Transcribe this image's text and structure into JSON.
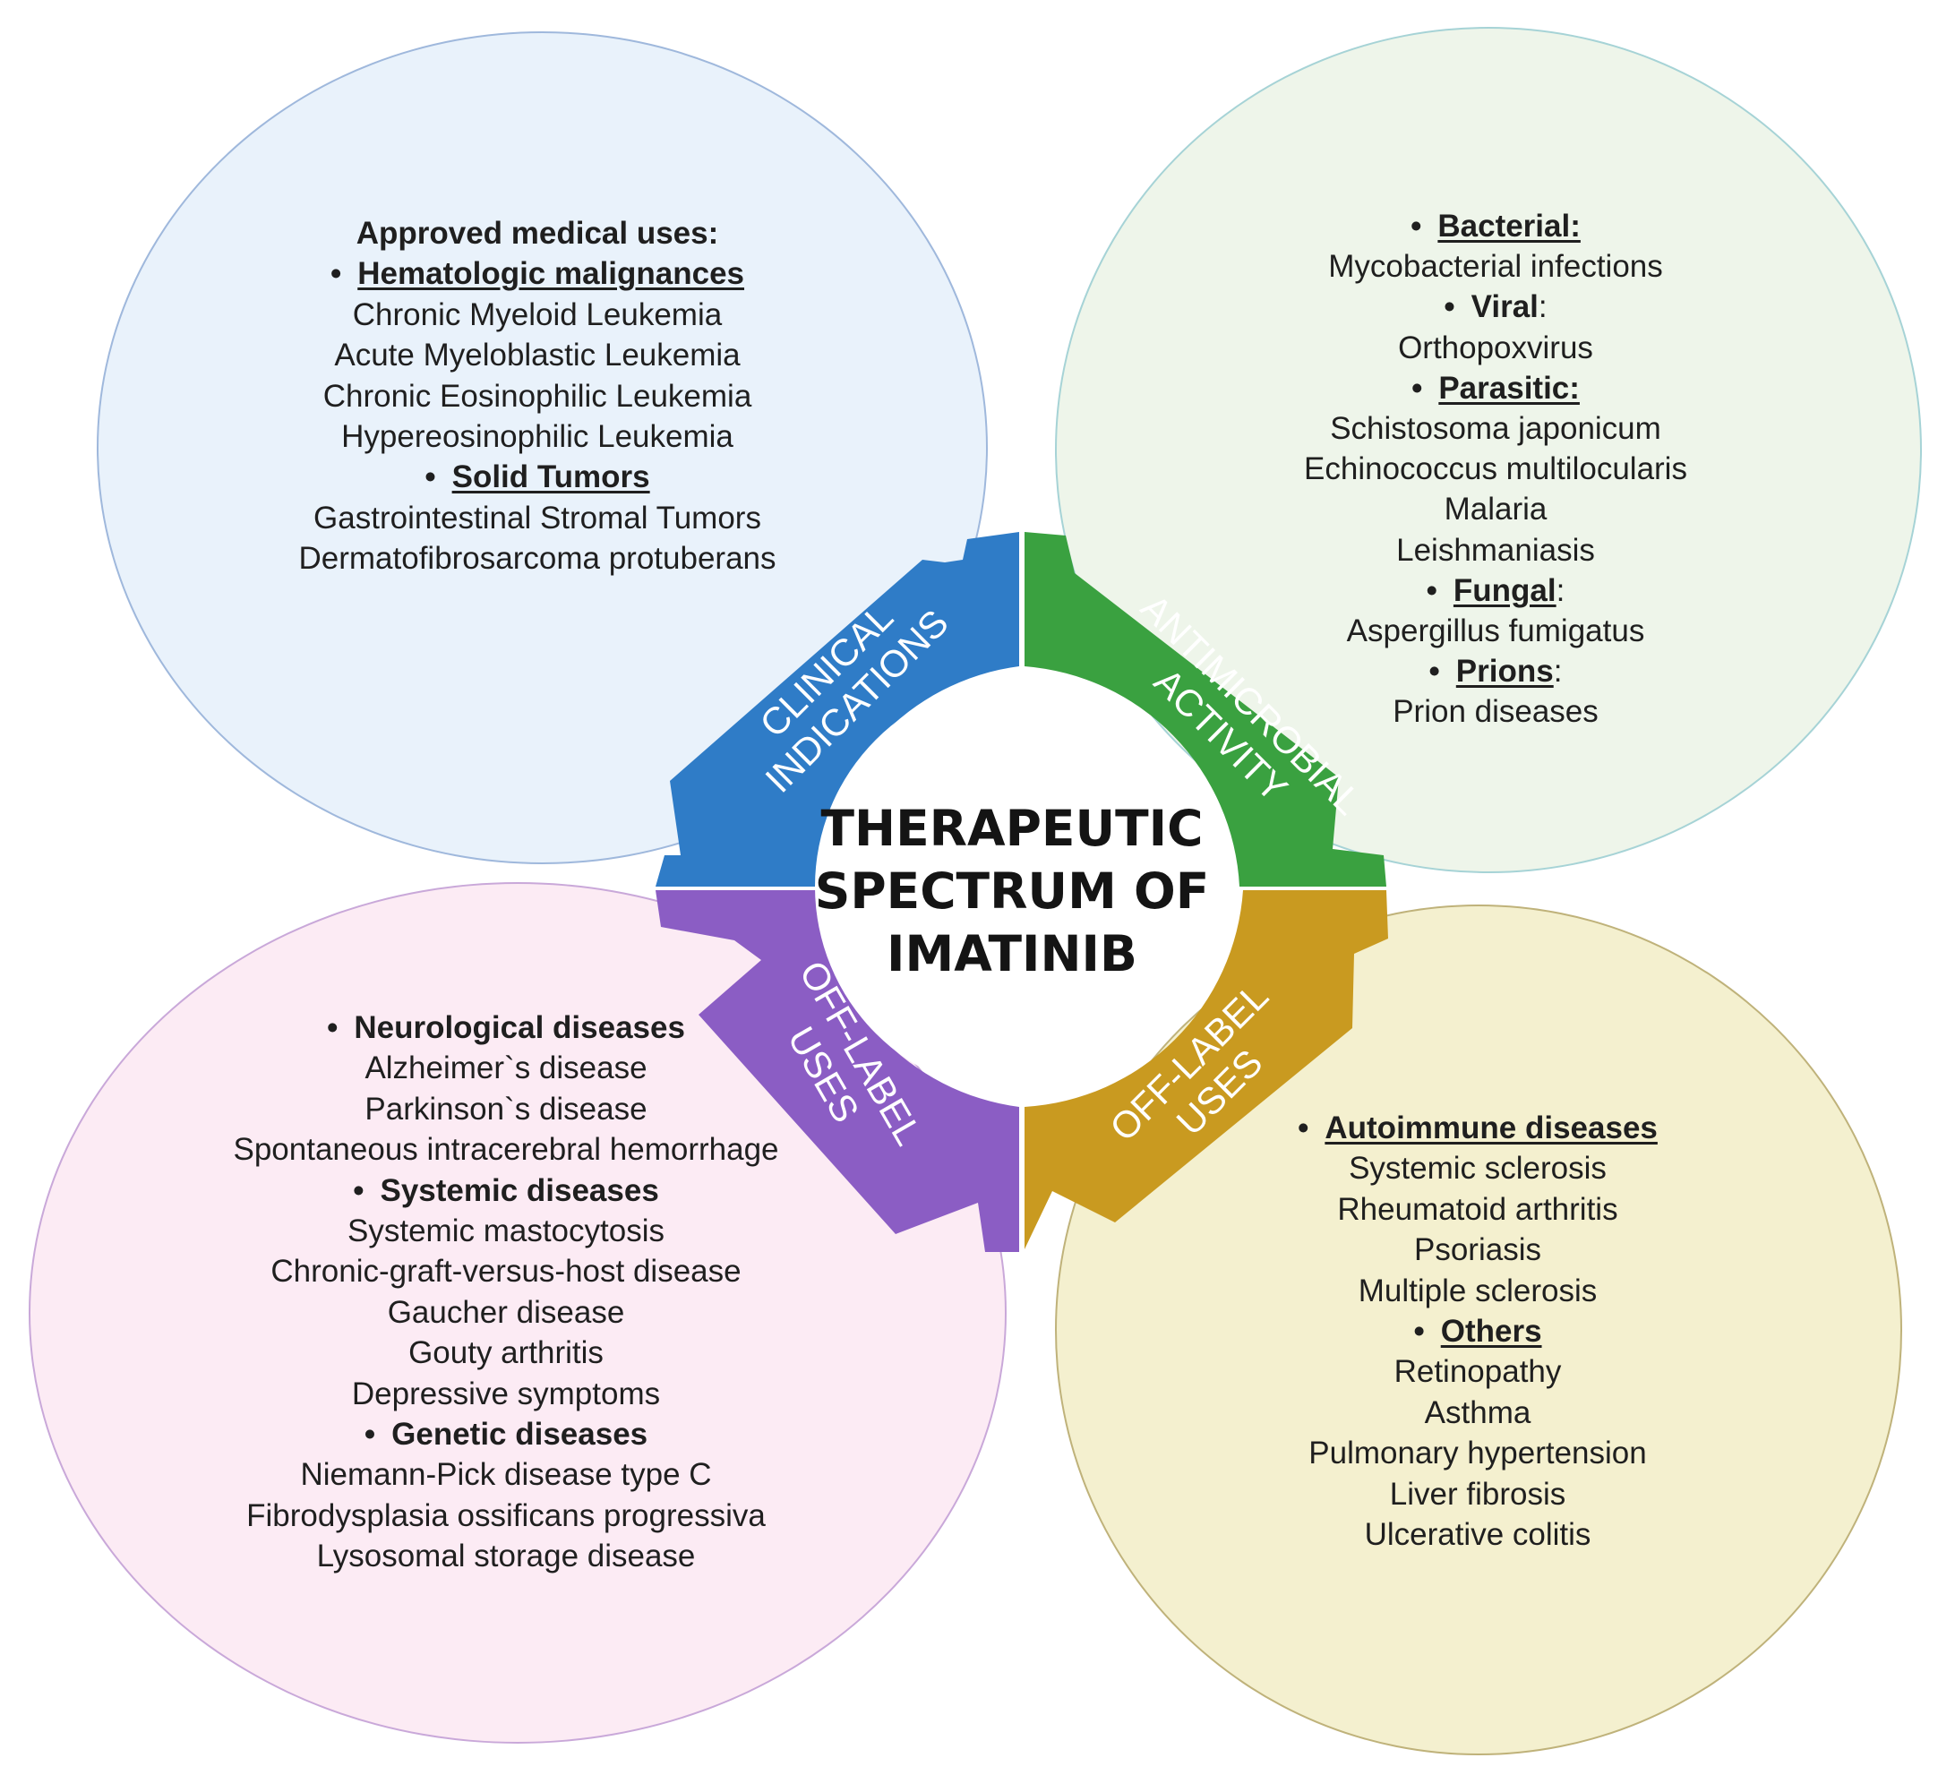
{
  "center": {
    "title_lines": [
      "THERAPEUTIC",
      "SPECTRUM OF",
      "IMATINIB"
    ]
  },
  "colors": {
    "clinical": "#2f7cc7",
    "antimicrobial": "#3aa140",
    "offlabel_left": "#8b5dc4",
    "offlabel_right": "#c99a20",
    "blob_top_left": "#e9f2fb",
    "blob_top_right": "#eef5ea",
    "blob_bottom_left": "#fcebf4",
    "blob_bottom_right": "#f4f0cf"
  },
  "quadrants": {
    "clinical": {
      "tab_lines": [
        "CLINICAL",
        "INDICATIONS"
      ],
      "lines": [
        {
          "text": "Approved medical uses:",
          "style": "heading"
        },
        {
          "text": "Hematologic malignances",
          "style": "bullet-underline"
        },
        {
          "text": "Chronic Myeloid Leukemia",
          "style": "plain"
        },
        {
          "text": "Acute Myeloblastic Leukemia",
          "style": "plain"
        },
        {
          "text": "Chronic Eosinophilic Leukemia",
          "style": "plain"
        },
        {
          "text": "Hypereosinophilic Leukemia",
          "style": "plain"
        },
        {
          "text": "Solid Tumors",
          "style": "bullet-underline"
        },
        {
          "text": "Gastrointestinal Stromal Tumors",
          "style": "plain"
        },
        {
          "text": "Dermatofibrosarcoma protuberans",
          "style": "plain"
        }
      ]
    },
    "antimicrobial": {
      "tab_lines": [
        "ANTIMICROBIAL",
        "ACTIVITY"
      ],
      "lines": [
        {
          "text": "Bacterial:",
          "style": "bullet-underline"
        },
        {
          "text": "Mycobacterial infections",
          "style": "plain"
        },
        {
          "text": "Viral",
          "suffix": ":",
          "style": "bullet"
        },
        {
          "text": "Orthopoxvirus",
          "style": "plain"
        },
        {
          "text": "Parasitic:",
          "style": "bullet-underline"
        },
        {
          "text": "Schistosoma japonicum",
          "style": "plain"
        },
        {
          "text": "Echinococcus multilocularis",
          "style": "plain"
        },
        {
          "text": "Malaria",
          "style": "plain"
        },
        {
          "text": "Leishmaniasis",
          "style": "plain"
        },
        {
          "text": "Fungal",
          "suffix": ":",
          "style": "bullet-underline"
        },
        {
          "text": "Aspergillus fumigatus",
          "style": "plain"
        },
        {
          "text": "Prions",
          "suffix": ":",
          "style": "bullet-underline"
        },
        {
          "text": "Prion diseases",
          "style": "plain"
        }
      ]
    },
    "offlabel_left": {
      "tab_lines": [
        "OFF-LABEL",
        "USES"
      ],
      "lines": [
        {
          "text": "Neurological diseases",
          "style": "bullet"
        },
        {
          "text": "Alzheimer`s disease",
          "style": "plain"
        },
        {
          "text": "Parkinson`s disease",
          "style": "plain"
        },
        {
          "text": "Spontaneous intracerebral hemorrhage",
          "style": "plain"
        },
        {
          "text": "Systemic diseases",
          "style": "bullet"
        },
        {
          "text": "Systemic mastocytosis",
          "style": "plain"
        },
        {
          "text": "Chronic-graft-versus-host disease",
          "style": "plain"
        },
        {
          "text": "Gaucher disease",
          "style": "plain"
        },
        {
          "text": "Gouty arthritis",
          "style": "plain"
        },
        {
          "text": "Depressive symptoms",
          "style": "plain"
        },
        {
          "text": "Genetic diseases",
          "style": "bullet"
        },
        {
          "text": "Niemann-Pick disease type C",
          "style": "plain"
        },
        {
          "text": "Fibrodysplasia ossificans progressiva",
          "style": "plain"
        },
        {
          "text": "Lysosomal storage disease",
          "style": "plain"
        }
      ]
    },
    "offlabel_right": {
      "tab_lines": [
        "OFF-LABEL",
        "USES"
      ],
      "lines": [
        {
          "text": "Autoimmune diseases",
          "style": "bullet-underline"
        },
        {
          "text": "Systemic sclerosis",
          "style": "plain"
        },
        {
          "text": "Rheumatoid arthritis",
          "style": "plain"
        },
        {
          "text": "Psoriasis",
          "style": "plain"
        },
        {
          "text": "Multiple sclerosis",
          "style": "plain"
        },
        {
          "text": "Others",
          "style": "bullet-underline"
        },
        {
          "text": "Retinopathy",
          "style": "plain"
        },
        {
          "text": "Asthma",
          "style": "plain"
        },
        {
          "text": "Pulmonary hypertension",
          "style": "plain"
        },
        {
          "text": "Liver fibrosis",
          "style": "plain"
        },
        {
          "text": "Ulcerative colitis",
          "style": "plain"
        }
      ]
    }
  }
}
